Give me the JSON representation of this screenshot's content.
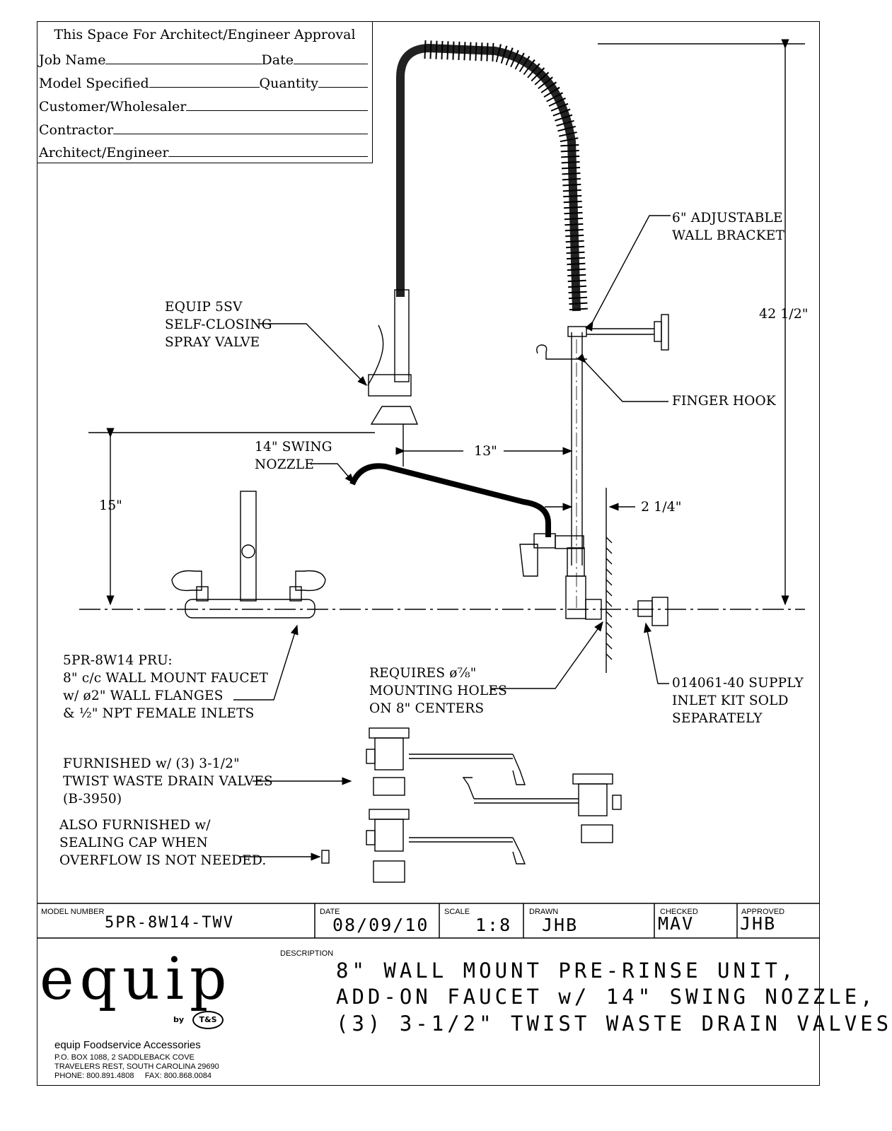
{
  "approval": {
    "title": "This Space For Architect/Engineer Approval",
    "job_name": "Job Name",
    "date": "Date",
    "model_specified": "Model Specified",
    "quantity": "Quantity",
    "customer": "Customer/Wholesaler",
    "contractor": "Contractor",
    "architect": "Architect/Engineer"
  },
  "callouts": {
    "bracket": "6\" ADJUSTABLE\nWALL BRACKET",
    "spray_valve": "EQUIP 5SV\nSELF-CLOSING\nSPRAY VALVE",
    "finger_hook": "FINGER HOOK",
    "swing_nozzle": "14\" SWING\nNOZZLE",
    "pru": "5PR-8W14 PRU:\n8\" c/c WALL MOUNT FAUCET\nw/ ø2\" WALL FLANGES\n& ½\" NPT FEMALE INLETS",
    "mounting": "REQUIRES ø⅞\"\nMOUNTING HOLES\nON 8\" CENTERS",
    "supply": "014061-40 SUPPLY\nINLET KIT SOLD\nSEPARATELY",
    "drain": "FURNISHED w/ (3) 3-1/2\"\nTWIST WASTE DRAIN VALVES\n(B-3950)",
    "cap": "ALSO FURNISHED w/\nSEALING CAP WHEN\nOVERFLOW IS NOT NEEDED."
  },
  "dimensions": {
    "height": "42 1/2\"",
    "reach": "13\"",
    "spout_height": "15\"",
    "offset": "2 1/4\""
  },
  "title_block": {
    "model_label": "MODEL NUMBER",
    "model": "5PR-8W14-TWV",
    "date_label": "DATE",
    "date": "08/09/10",
    "scale_label": "SCALE",
    "scale": "1:8",
    "drawn_label": "DRAWN",
    "drawn": "JHB",
    "checked_label": "CHECKED",
    "checked": "MAV",
    "approved_label": "APPROVED",
    "approved": "JHB",
    "description_label": "DESCRIPTION",
    "description_lines": [
      "8\" WALL MOUNT PRE-RINSE UNIT,",
      "ADD-ON FAUCET w/ 14\" SWING NOZZLE,",
      "(3) 3-1/2\" TWIST WASTE DRAIN VALVES"
    ]
  },
  "company": {
    "logo": "equip",
    "by": "by",
    "ts_mark": "T&S",
    "name": "equip Foodservice Accessories",
    "address1": "P.O. BOX 1088, 2 SADDLEBACK COVE",
    "address2": "TRAVELERS REST, SOUTH CAROLINA 29690",
    "phone": "PHONE: 800.891.4808     FAX: 800.868.0084"
  }
}
